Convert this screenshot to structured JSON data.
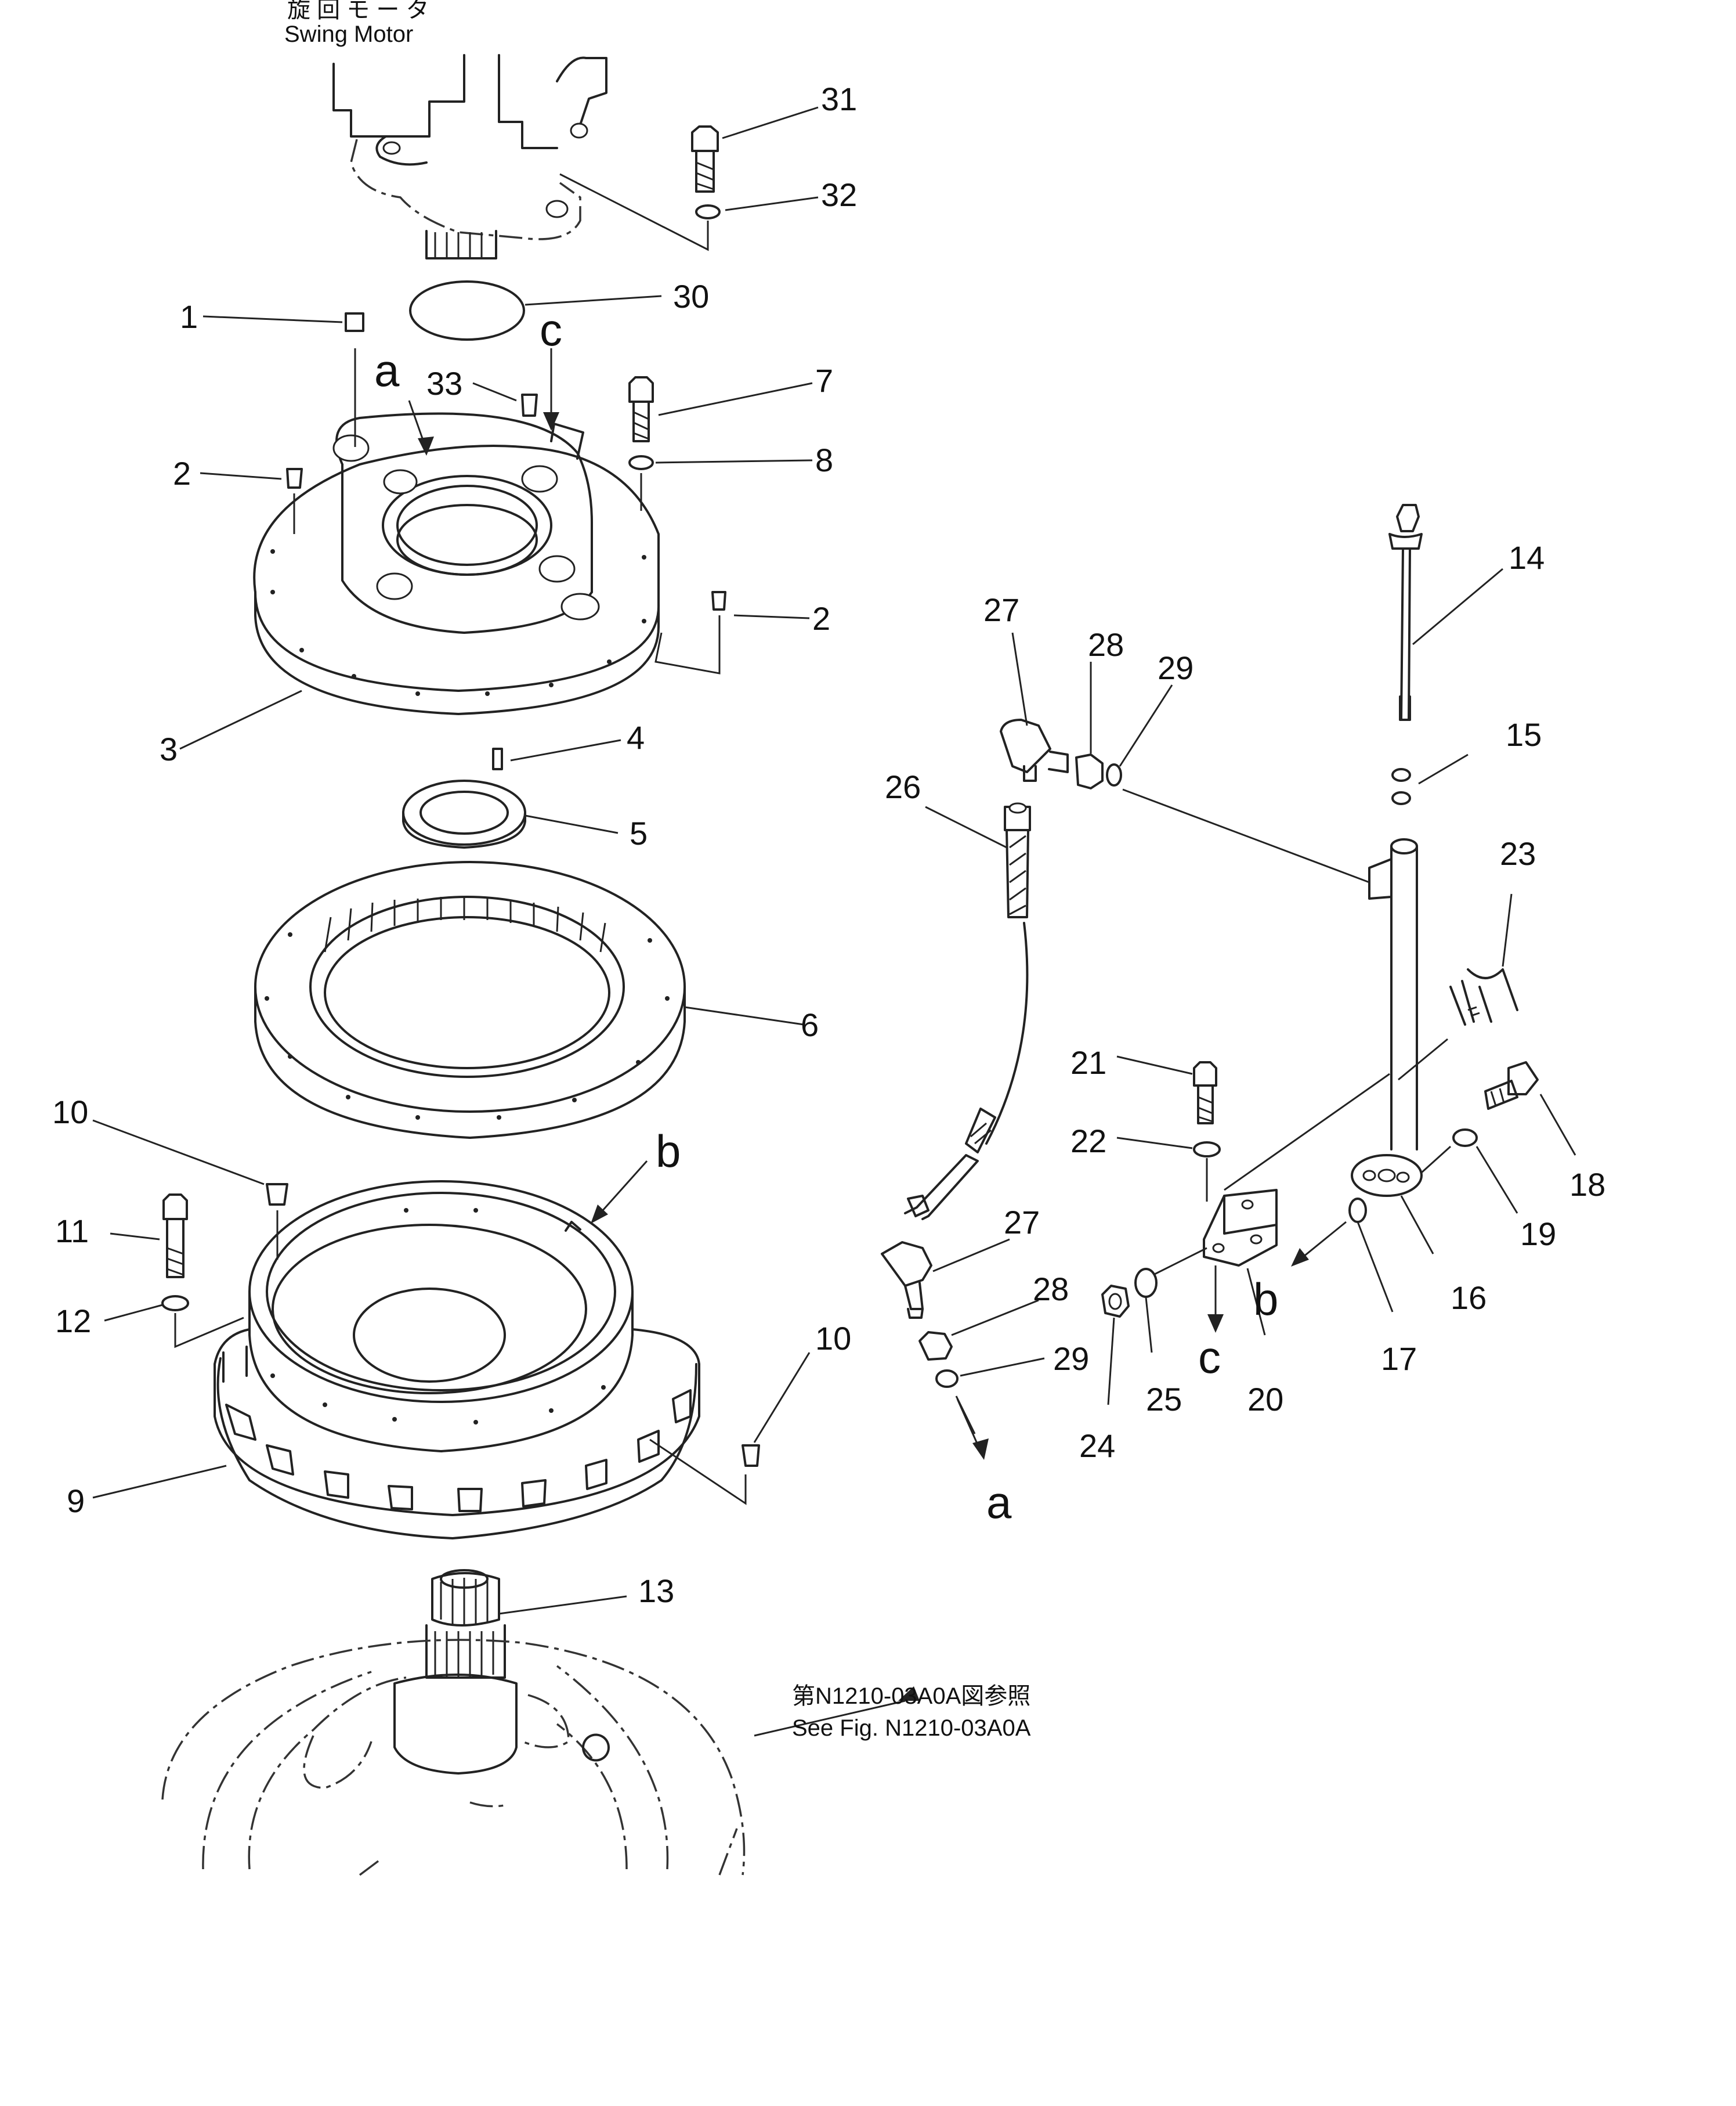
{
  "header": {
    "label_jp": "旋 回 モ ー タ",
    "label_en": "Swing  Motor"
  },
  "reference_note": {
    "jp": "第N1210-03A0A図参照",
    "en": "See  Fig. N1210-03A0A"
  },
  "letters": {
    "a": "a",
    "b": "b",
    "c": "c"
  },
  "callouts": [
    "1",
    "2",
    "3",
    "4",
    "5",
    "6",
    "7",
    "8",
    "9",
    "10",
    "11",
    "12",
    "13",
    "14",
    "15",
    "16",
    "17",
    "18",
    "19",
    "20",
    "21",
    "22",
    "23",
    "24",
    "25",
    "26",
    "27",
    "28",
    "29",
    "30",
    "31",
    "32",
    "33"
  ]
}
